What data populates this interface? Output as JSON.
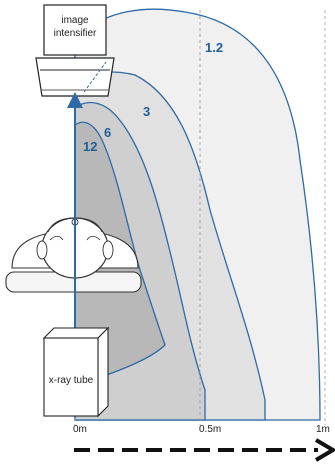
{
  "labels": {
    "image_intensifier_line1": "image",
    "image_intensifier_line2": "intensifier",
    "xray_tube": "x-ray tube"
  },
  "contours": [
    {
      "label": "1.2"
    },
    {
      "label": "3"
    },
    {
      "label": "6"
    },
    {
      "label": "12"
    }
  ],
  "axis": {
    "ticks": [
      "0m",
      "0.5m",
      "1m"
    ]
  },
  "colors": {
    "contour_line": "#2e6aa5",
    "contour_label": "#1f5f99",
    "beam": "#2e6aa5",
    "region_outer": "#f0f0f0",
    "region_mid": "#e1e1e1",
    "region_inner": "#cfcfcf",
    "region_core": "#b8b8b8",
    "grid": "#999999"
  }
}
